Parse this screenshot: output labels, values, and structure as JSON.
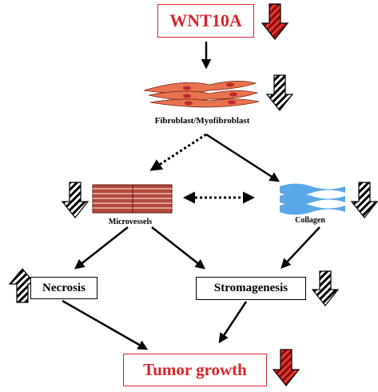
{
  "nodes": {
    "gene": "WNT10A",
    "fibroblast": "Fibroblast/Myofibroblast",
    "microvessels": "Microvessels",
    "collagen": "Collagen",
    "necrosis": "Necrosis",
    "stromagenesis": "Stromagenesis",
    "tumor": "Tumor growth"
  },
  "indicators": {
    "gene": "down-solid-arrow-icon",
    "fibroblast": "down-hatched-arrow-icon",
    "microvessels": "down-hatched-arrow-icon",
    "collagen": "down-hatched-arrow-icon",
    "necrosis": "up-hatched-arrow-icon",
    "stromagenesis": "down-hatched-arrow-icon",
    "tumor": "down-solid-arrow-icon"
  },
  "colors": {
    "highlight": "#d9252a",
    "cell": "#e8734f",
    "vessel": "#b5493c",
    "collagen": "#5aa7e8",
    "line": "#000000"
  }
}
